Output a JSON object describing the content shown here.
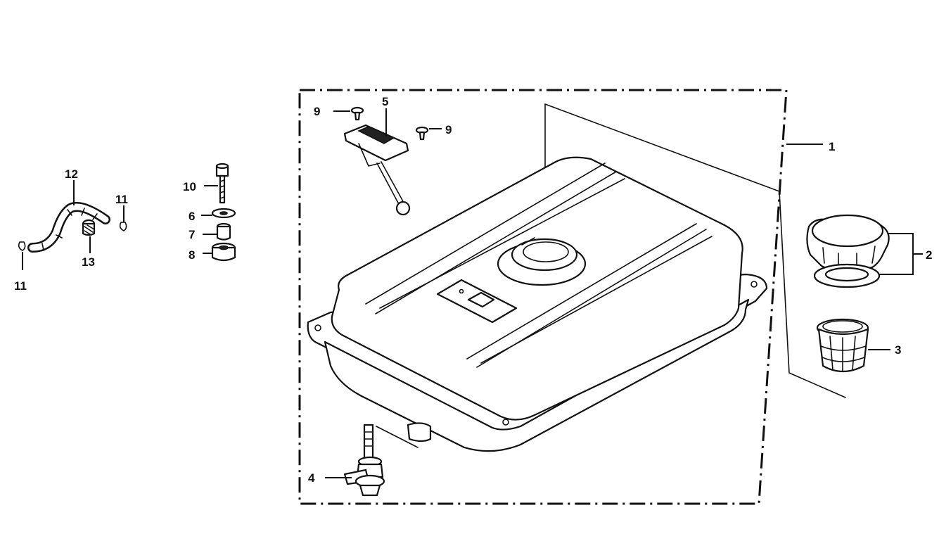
{
  "callouts": {
    "c1": "1",
    "c2": "2",
    "c3": "3",
    "c4": "4",
    "c5": "5",
    "c6": "6",
    "c7": "7",
    "c8": "8",
    "c9a": "9",
    "c9b": "9",
    "c10": "10",
    "c11a": "11",
    "c11b": "11",
    "c12": "12",
    "c13": "13"
  }
}
